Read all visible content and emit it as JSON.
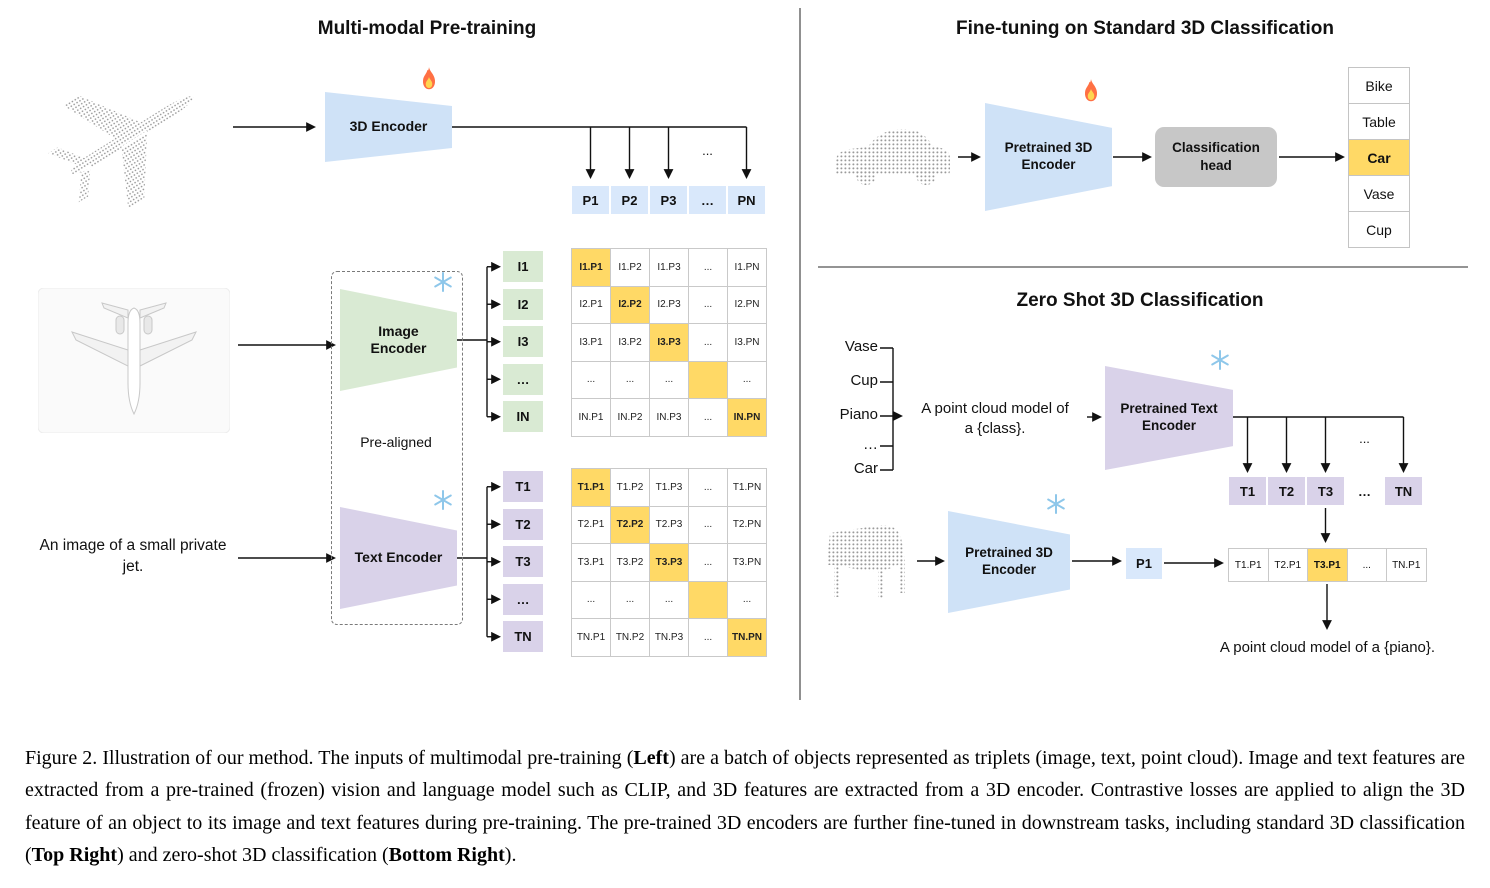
{
  "left": {
    "title": "Multi-modal Pre-training",
    "encoder_3d": "3D Encoder",
    "image_encoder": "Image Encoder",
    "text_encoder": "Text Encoder",
    "pre_aligned": "Pre-aligned",
    "text_input": "An image of a small private jet.",
    "dots": "...",
    "p_header": [
      "P1",
      "P2",
      "P3",
      "…",
      "PN"
    ],
    "i_labels": [
      "I1",
      "I2",
      "I3",
      "…",
      "IN"
    ],
    "t_labels": [
      "T1",
      "T2",
      "T3",
      "…",
      "TN"
    ],
    "i_matrix": [
      [
        "I1.P1",
        "I1.P2",
        "I1.P3",
        "...",
        "I1.PN"
      ],
      [
        "I2.P1",
        "I2.P2",
        "I2.P3",
        "...",
        "I2.PN"
      ],
      [
        "I3.P1",
        "I3.P2",
        "I3.P3",
        "...",
        "I3.PN"
      ],
      [
        "...",
        "...",
        "...",
        "",
        "..."
      ],
      [
        "IN.P1",
        "IN.P2",
        "IN.P3",
        "...",
        "IN.PN"
      ]
    ],
    "t_matrix": [
      [
        "T1.P1",
        "T1.P2",
        "T1.P3",
        "...",
        "T1.PN"
      ],
      [
        "T2.P1",
        "T2.P2",
        "T2.P3",
        "...",
        "T2.PN"
      ],
      [
        "T3.P1",
        "T3.P2",
        "T3.P3",
        "...",
        "T3.PN"
      ],
      [
        "...",
        "...",
        "...",
        "",
        "..."
      ],
      [
        "TN.P1",
        "TN.P2",
        "TN.P3",
        "...",
        "TN.PN"
      ]
    ]
  },
  "top_right": {
    "title": "Fine-tuning on Standard 3D Classification",
    "encoder": "Pretrained 3D Encoder",
    "head": "Classification head",
    "classes": [
      "Bike",
      "Table",
      "Car",
      "Vase",
      "Cup"
    ],
    "highlighted_class": "Car"
  },
  "bottom_right": {
    "title": "Zero Shot 3D Classification",
    "class_list": [
      "Vase",
      "Cup",
      "Piano",
      "…",
      "Car"
    ],
    "prompt_line1": "A point cloud model of",
    "prompt_line2": "a {class}.",
    "text_encoder": "Pretrained Text Encoder",
    "pc_encoder": "Pretrained 3D Encoder",
    "t_row": [
      "T1",
      "T2",
      "T3",
      "…",
      "TN"
    ],
    "p_cell": "P1",
    "sim_row": [
      "T1.P1",
      "T2.P1",
      "T3.P1",
      "...",
      "TN.P1"
    ],
    "dots": "...",
    "result_text": "A point cloud model of a {piano}."
  },
  "icons": {
    "trainable": "fire",
    "frozen": "snowflake"
  },
  "colors": {
    "encoder_blue": "#cfe2f7",
    "encoder_green": "#d9ead3",
    "encoder_purple": "#d9d2e9",
    "cell_blue": "#d9e8fb",
    "highlight_orange": "#ffd966",
    "head_gray": "#c7c7c7"
  },
  "caption": {
    "parts": [
      {
        "t": "Figure 2. Illustration of our method. The inputs of multimodal pre-training ("
      },
      {
        "t": "Left"
      },
      {
        "t": ") are a batch of objects represented as triplets (image, text, point cloud). Image and text features are extracted from a pre-trained (frozen) vision and language model such as CLIP, and 3D features are extracted from a 3D encoder. Contrastive losses are applied to align the 3D feature of an object to its image and text features during pre-training. The pre-trained 3D encoders are further fine-tuned in downstream tasks, including standard 3D classification ("
      },
      {
        "t": "Top Right"
      },
      {
        "t": ") and zero-shot 3D classification ("
      },
      {
        "t": "Bottom Right"
      },
      {
        "t": ")."
      }
    ]
  }
}
